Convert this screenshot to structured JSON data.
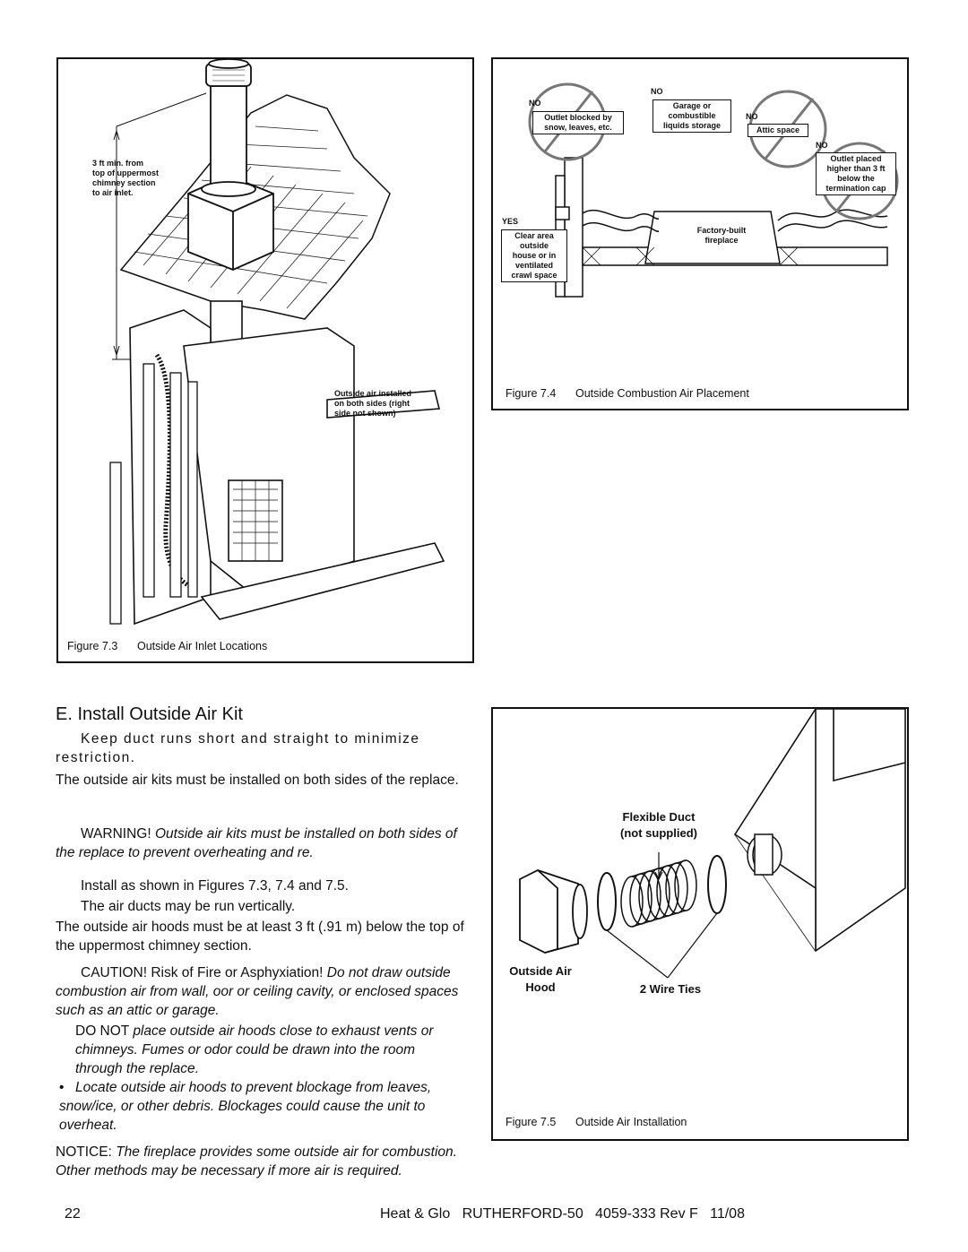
{
  "figure_7_3": {
    "caption_number": "Figure 7.3",
    "caption_text": "Outside Air Inlet Locations",
    "label_chimney": [
      "3 ft min. from",
      "top of uppermost",
      "chimney section",
      "to air inlet."
    ],
    "label_outside_air": [
      "Outside air installed",
      "on both sides (right",
      "side not shown)"
    ]
  },
  "figure_7_4": {
    "caption_number": "Figure 7.4",
    "caption_text": "Outside Combustion Air Placement",
    "no_label": "NO",
    "yes_label": "YES",
    "outlet_blocked": [
      "Outlet blocked by",
      "snow, leaves, etc."
    ],
    "garage": [
      "Garage or",
      "combustible",
      "liquids storage"
    ],
    "attic": "Attic space",
    "outlet_placed": [
      "Outlet placed",
      "higher than 3 ft",
      "below the",
      "termination cap"
    ],
    "clear_area": [
      "Clear area",
      "outside",
      "house or in",
      "ventilated",
      "crawl space"
    ],
    "factory_built": [
      "Factory-built",
      "fireplace"
    ]
  },
  "figure_7_5": {
    "caption_number": "Figure 7.5",
    "caption_text": "Outside Air Installation",
    "flexible_duct": [
      "Flexible Duct",
      "(not supplied)"
    ],
    "outside_air_hood": [
      "Outside Air",
      "Hood"
    ],
    "wire_ties": "2 Wire Ties"
  },
  "section": {
    "title": "E. Install Outside Air Kit",
    "p1": "Keep duct runs short and straight to minimize restriction.",
    "p2": "The outside air kits must be installed on both sides of the replace.",
    "warning_lead": "WARNING!",
    "warning_text": "Outside air kits must be installed on both sides of the replace to prevent overheating and re.",
    "p3": "Install as shown in Figures 7.3, 7.4 and 7.5.",
    "p4": "The air ducts may be run vertically.",
    "p5": "The outside air hoods must be at least 3 ft (.91 m) below the top of the uppermost chimney section.",
    "caution_lead": "CAUTION! Risk of Fire or Asphyxiation!",
    "caution_text": "Do not draw outside combustion air from wall, oor or ceiling cavity, or enclosed spaces such as an attic or garage.",
    "donot_lead": "DO NOT",
    "donot_text": "place outside air hoods close to exhaust vents or chimneys. Fumes or odor could be drawn into the room through the replace.",
    "bullet": "•",
    "locate_text": "Locate outside air hoods to prevent blockage from leaves, snow/ice, or other debris. Blockages could cause the unit to overheat.",
    "notice_lead": "NOTICE:",
    "notice_text": "The fireplace provides some outside air for combustion. Other methods may be necessary if more air is required."
  },
  "footer": {
    "page_number": "22",
    "doc_info": "Heat & Glo   RUTHERFORD-50   4059-333 Rev F   11/08"
  }
}
